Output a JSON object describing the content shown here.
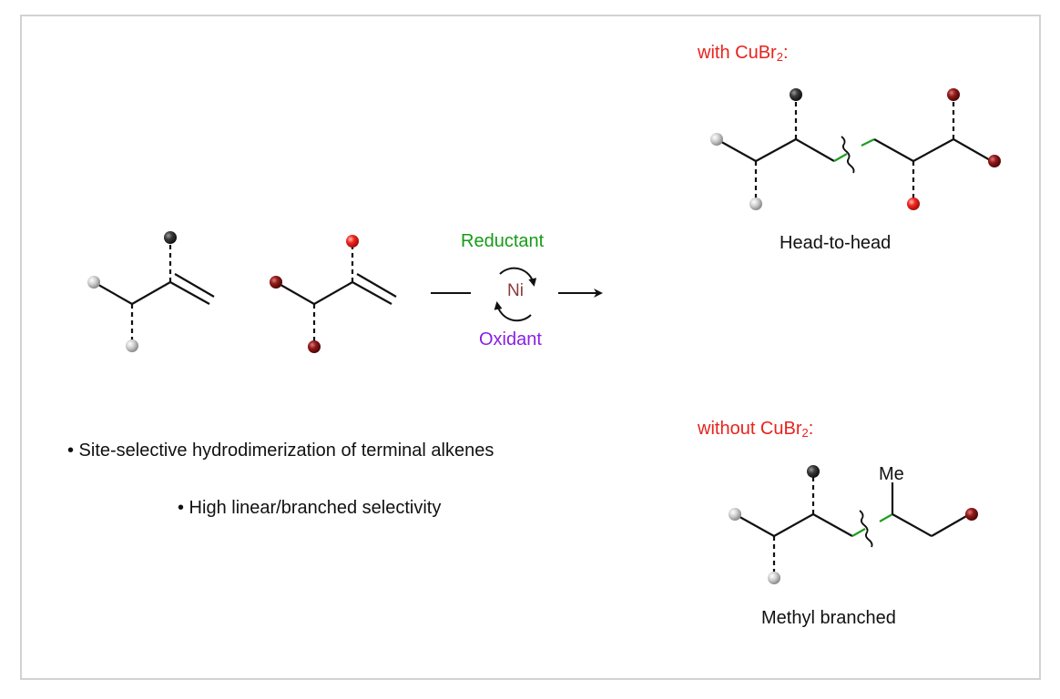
{
  "conditions": {
    "with_label": "with CuBr",
    "with_sub": "2",
    "with_colon": ":",
    "without_label": "without CuBr",
    "without_sub": "2",
    "without_colon": ":"
  },
  "products": {
    "head_to_head": "Head-to-head",
    "methyl_branched": "Methyl branched",
    "methyl_group": "Me"
  },
  "catalyst": {
    "metal": "Ni",
    "reductant": "Reductant",
    "oxidant": "Oxidant"
  },
  "bullets": [
    "• Site-selective hydrodimerization of terminal alkenes",
    "• High linear/branched selectivity"
  ],
  "colors": {
    "red_label": "#e8231d",
    "reductant_green": "#169c16",
    "oxidant_purple": "#8a1fe6",
    "ni_brown": "#8b3a3a",
    "new_bond_green": "#1f9e1f",
    "sphere_dark": "#2b2b2b",
    "sphere_gray": "#bdbdbd",
    "sphere_red": "#e0201a",
    "sphere_maroon": "#8e1515"
  }
}
